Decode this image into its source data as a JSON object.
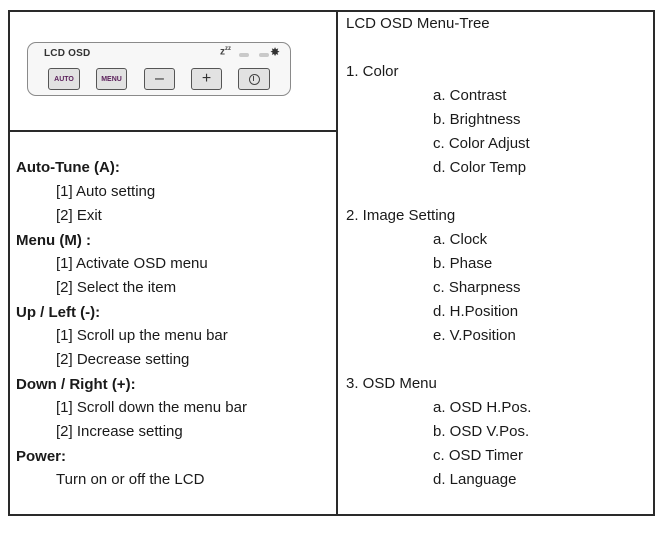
{
  "panel": {
    "title": "LCD OSD",
    "sleep_label": "z",
    "sleep_sup": "zz",
    "buttons": {
      "auto": "AUTO",
      "menu": "MENU",
      "minus": "–",
      "plus": "+"
    }
  },
  "left": {
    "sections": [
      {
        "heading": "Auto-Tune (A):",
        "items": [
          "[1] Auto setting",
          "[2] Exit"
        ]
      },
      {
        "heading": "Menu (M) :",
        "items": [
          "[1] Activate OSD menu",
          "[2] Select the item"
        ]
      },
      {
        "heading": "Up / Left (-):",
        "items": [
          "[1] Scroll up the menu bar",
          "[2] Decrease setting"
        ]
      },
      {
        "heading": "Down / Right (+):",
        "items": [
          "[1] Scroll down the menu bar",
          "[2] Increase setting"
        ]
      },
      {
        "heading": "Power:",
        "items": [
          "Turn on or off the LCD"
        ]
      }
    ]
  },
  "right": {
    "title": "LCD OSD Menu-Tree",
    "groups": [
      {
        "name": "1. Color",
        "items": [
          "a. Contrast",
          "b. Brightness",
          "c. Color Adjust",
          "d. Color Temp"
        ]
      },
      {
        "name": "2. Image Setting",
        "items": [
          "a. Clock",
          "b. Phase",
          "c. Sharpness",
          "d. H.Position",
          "e. V.Position"
        ]
      },
      {
        "name": "3. OSD Menu",
        "items": [
          "a. OSD H.Pos.",
          "b. OSD V.Pos.",
          "c. OSD Timer",
          "d. Language"
        ]
      }
    ]
  }
}
